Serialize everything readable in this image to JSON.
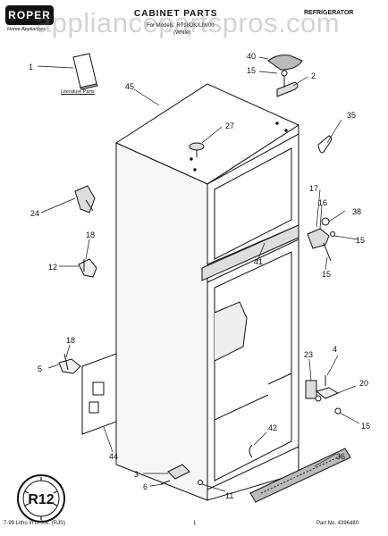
{
  "header": {
    "brand": "ROPER",
    "tagline": "Home Appliances",
    "title": "CABINET PARTS",
    "subtitle_line1": "For Models: RT18DKXJW00",
    "subtitle_line2": "(White)",
    "product": "REFRIGERATOR"
  },
  "watermark": "appliancepartspros.com",
  "literature_label": "Literature Parts",
  "callouts": [
    "1",
    "45",
    "27",
    "40",
    "15",
    "2",
    "35",
    "24",
    "17",
    "16",
    "38",
    "15",
    "18",
    "41",
    "12",
    "15",
    "18",
    "5",
    "4",
    "23",
    "20",
    "15",
    "44",
    "42",
    "36",
    "3",
    "6",
    "11"
  ],
  "footer": {
    "left": "7-99 Litho in U.S.A. (RJS)",
    "center": "1",
    "right": "Part No. 4396480"
  },
  "seal": "R12"
}
